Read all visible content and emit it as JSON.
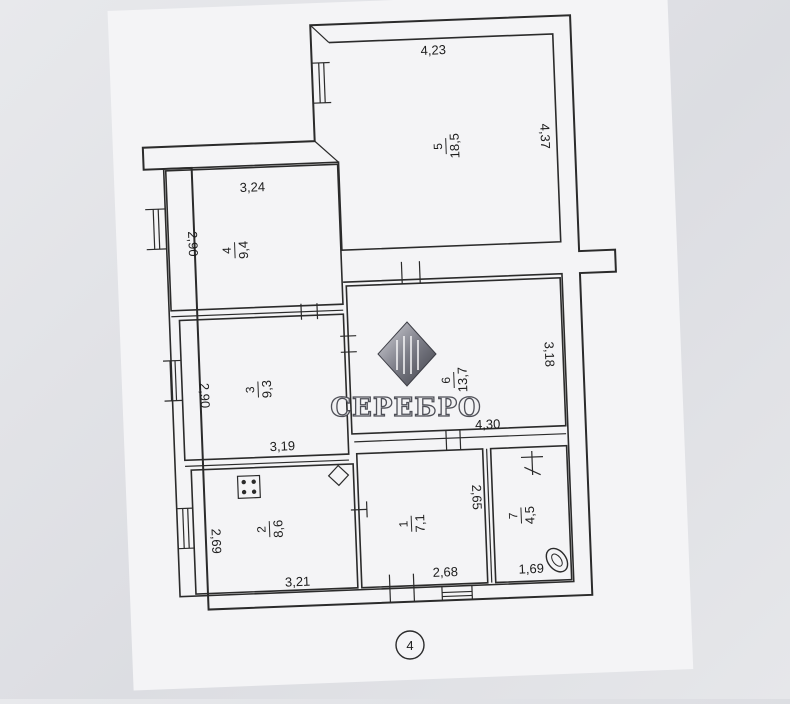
{
  "rooms": [
    {
      "id": "5",
      "number": "5",
      "area": "18,5"
    },
    {
      "id": "4",
      "number": "4",
      "area": "9,4"
    },
    {
      "id": "3",
      "number": "3",
      "area": "9,3"
    },
    {
      "id": "6",
      "number": "6",
      "area": "13,7"
    },
    {
      "id": "2",
      "number": "2",
      "area": "8,6"
    },
    {
      "id": "1",
      "number": "1",
      "area": "7,1"
    },
    {
      "id": "7",
      "number": "7",
      "area": "4,5"
    }
  ],
  "dimensions": {
    "room5_width": "4,23",
    "room5_length": "4,37",
    "room4_width": "3,24",
    "room4_length": "2,90",
    "room3_length": "2,90",
    "room3_width": "3,19",
    "room6_width": "4,30",
    "room6_length": "3,18",
    "room2_length": "2,69",
    "room2_width": "3,21",
    "room1_length": "2,65",
    "room1_width": "2,68",
    "room7_width": "1,69"
  },
  "floor_marker": "4",
  "watermark": {
    "brand": "СЕРЕБРО"
  },
  "colors": {
    "line": "#2b2b2b",
    "paper": "#f4f4f6",
    "background": "#e2e3e6"
  }
}
